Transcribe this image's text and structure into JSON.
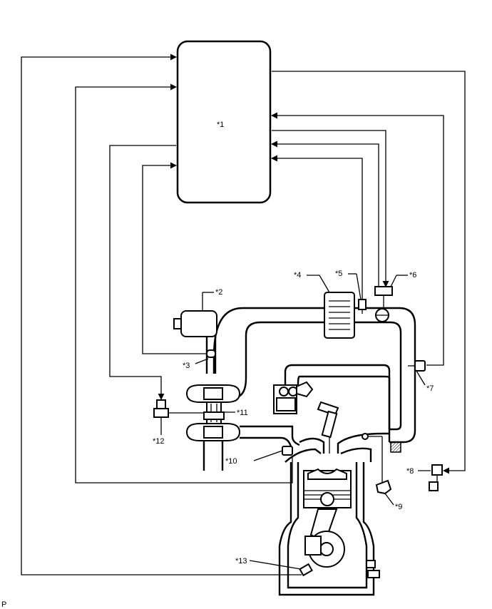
{
  "labels": {
    "ecm": "*1",
    "l2": "*2",
    "l3": "*3",
    "l4": "*4",
    "l5": "*5",
    "l6": "*6",
    "l7": "*7",
    "l8": "*8",
    "l9": "*9",
    "l10": "*10",
    "l11": "*11",
    "l12": "*12",
    "l13": "*13"
  },
  "corner_mark": "P"
}
